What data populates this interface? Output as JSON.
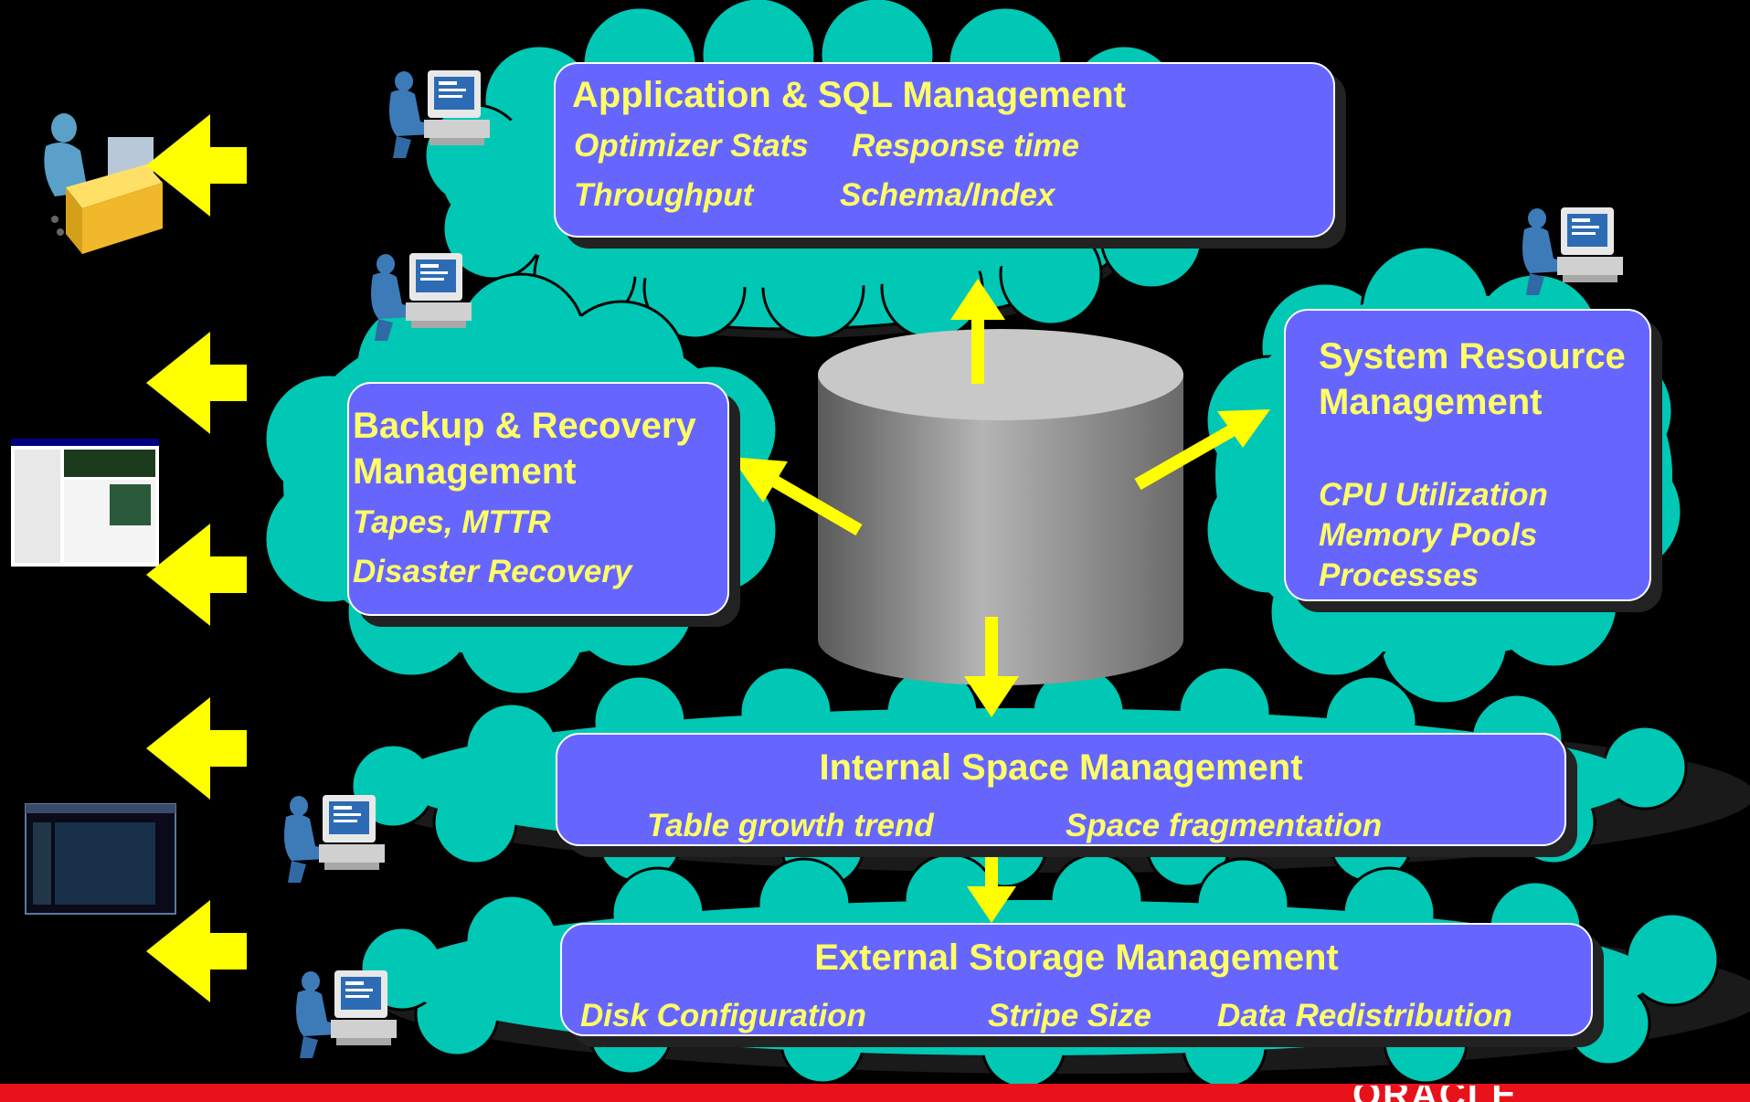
{
  "colors": {
    "background": "#000000",
    "cloud": "#00c8b4",
    "box": "#6666ff",
    "box_text": "#ffff66",
    "arrow": "#ffff00",
    "cylinder": "#9a9a9a",
    "footer": "#e8121b"
  },
  "layers": {
    "application": {
      "title": "Application & SQL Management",
      "items": [
        "Optimizer Stats",
        "Response time",
        "Throughput",
        "Schema/Index"
      ]
    },
    "backup": {
      "title_line1": "Backup & Recovery",
      "title_line2": "Management",
      "items": [
        "Tapes, MTTR",
        "Disaster Recovery"
      ]
    },
    "system": {
      "title_line1": "System Resource",
      "title_line2": "Management",
      "items": [
        "CPU Utilization",
        "Memory Pools",
        "Processes"
      ]
    },
    "internal_space": {
      "title": "Internal Space Management",
      "items": [
        "Table  growth  trend",
        "Space fragmentation"
      ]
    },
    "external_storage": {
      "title": "External Storage Management",
      "items": [
        "Disk Configuration",
        "Stripe Size",
        "Data Redistribution"
      ]
    }
  },
  "icons": {
    "user": "user-at-computer-icon",
    "admin": "administrator-at-desk-icon",
    "console": "management-console-screenshot-icon",
    "monitor": "monitoring-console-screenshot-icon",
    "database": "database-cylinder-icon",
    "left_arrow": "left-arrow-icon"
  },
  "footer": {
    "logo_text": "ORACLE"
  }
}
